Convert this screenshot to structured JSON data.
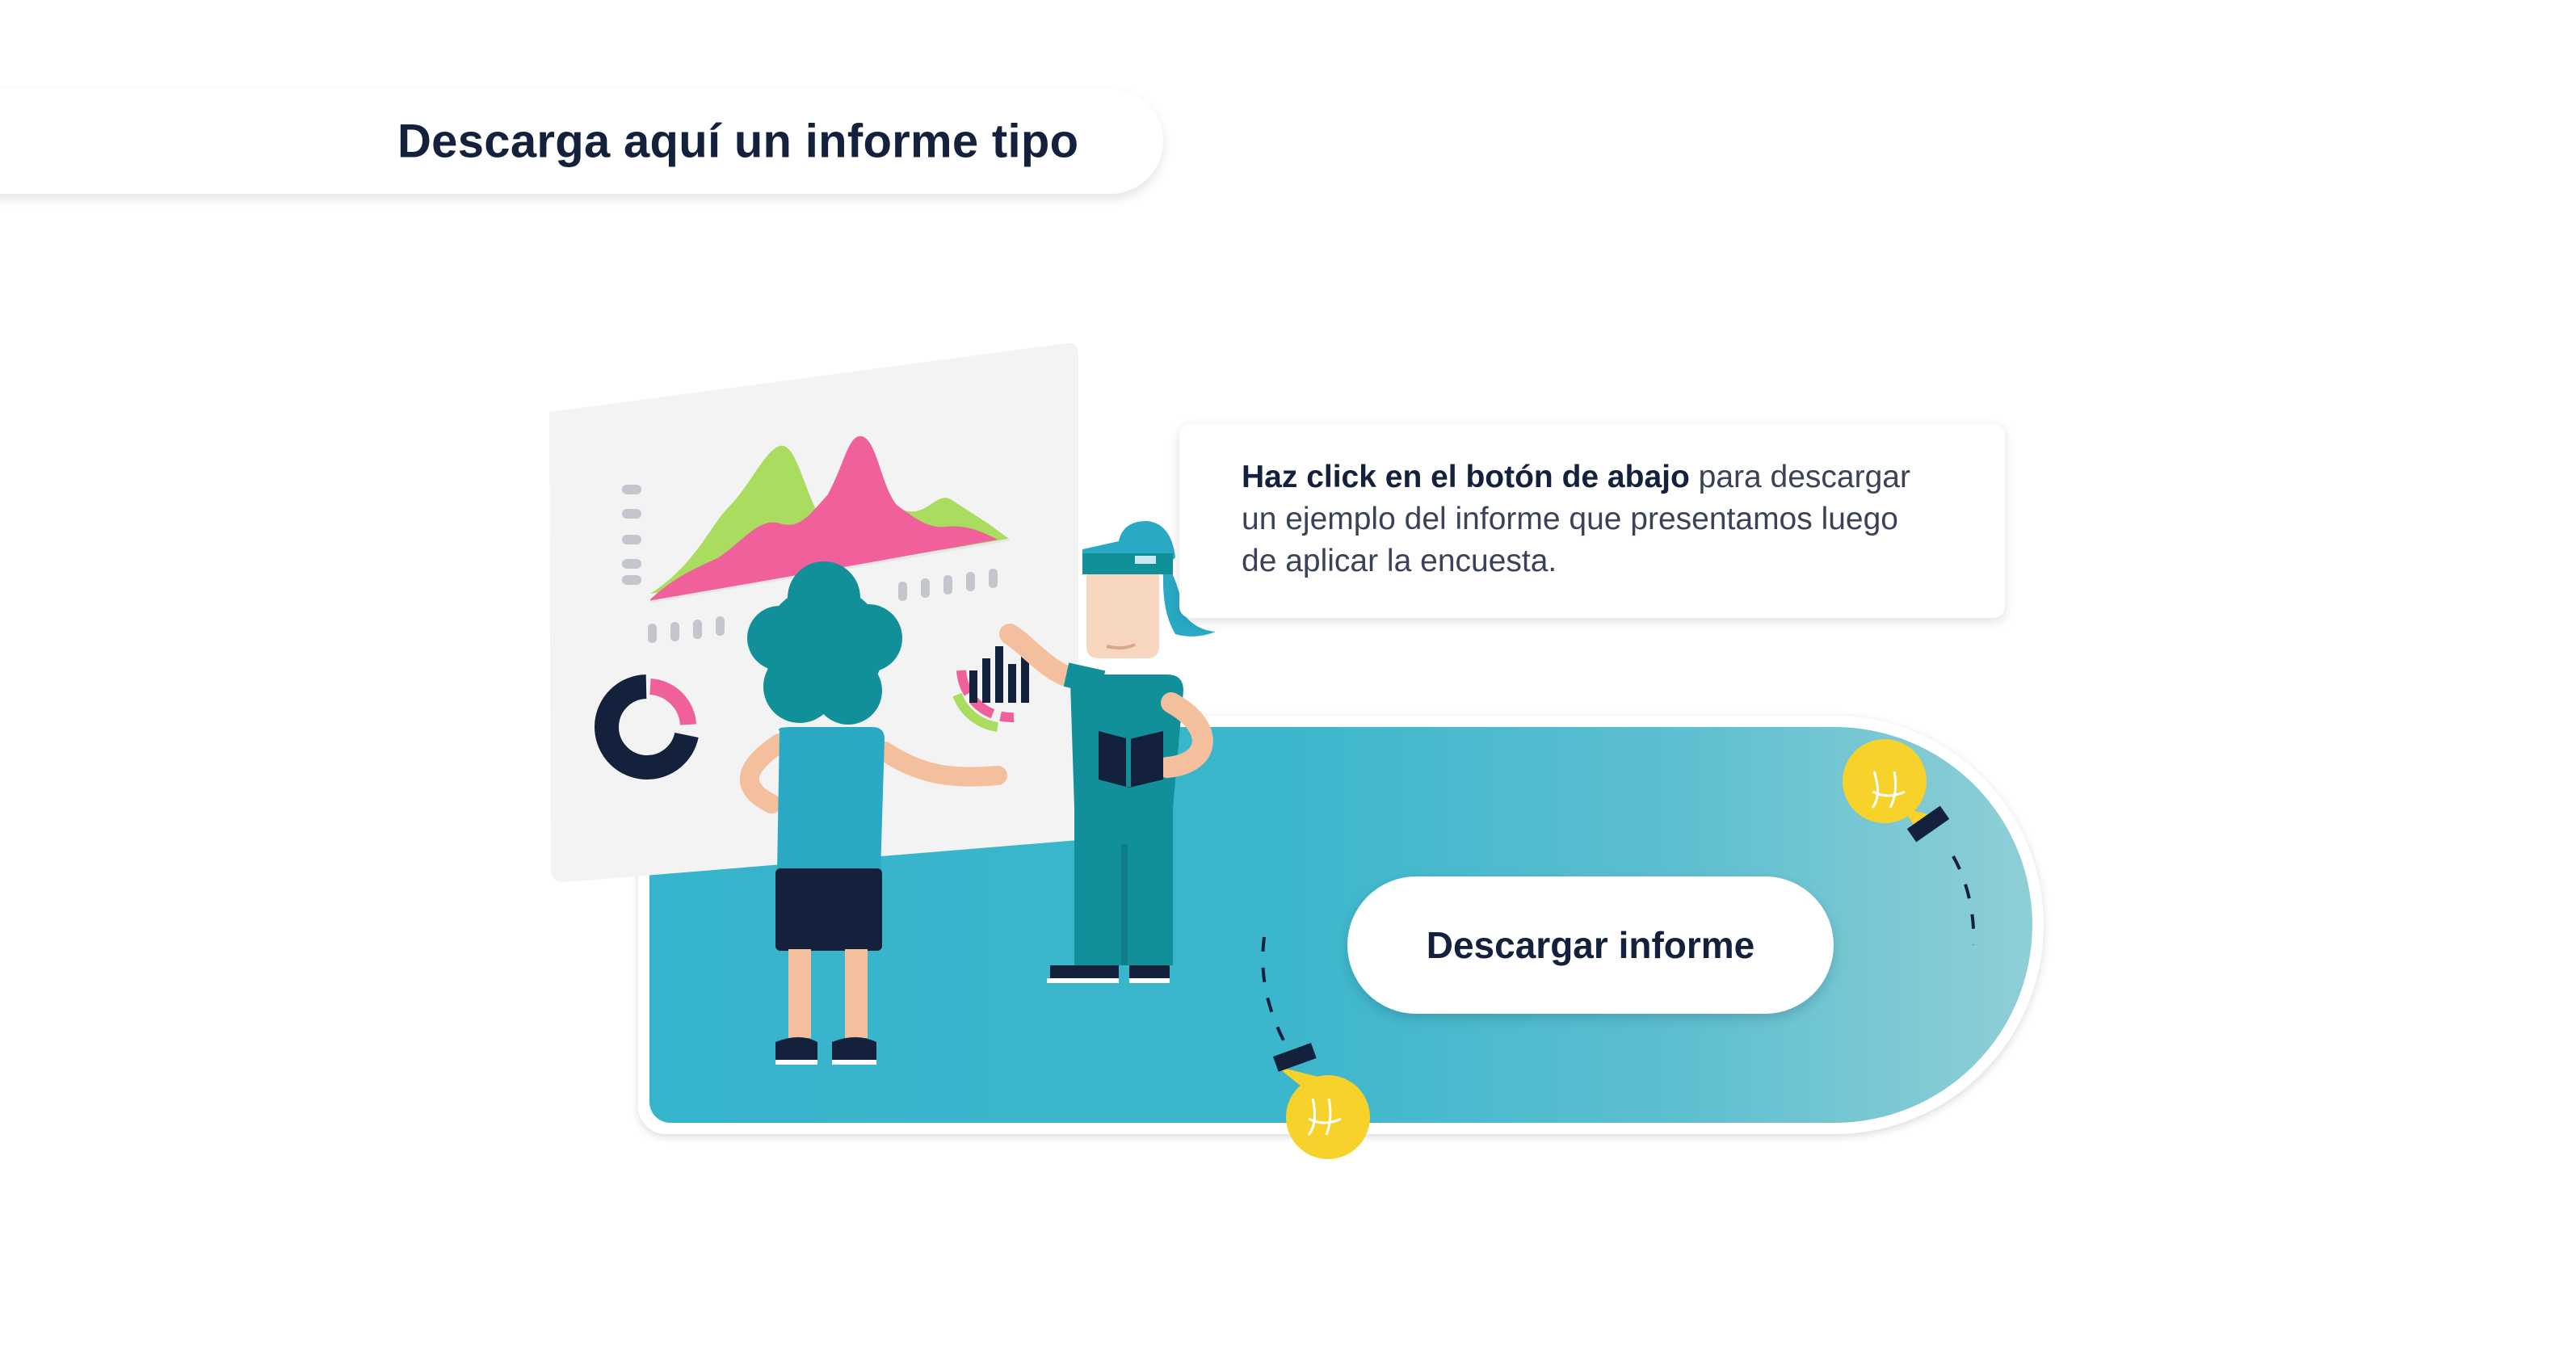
{
  "header": {
    "title": "Descarga aquí un informe tipo"
  },
  "info": {
    "bold_text": "Haz click en el botón de abajo",
    "text_line1_rest": " para descargar",
    "text_line2": "un ejemplo del informe que presentamos luego",
    "text_line3": "de aplicar la encuesta."
  },
  "actions": {
    "download_label": "Descargar informe"
  },
  "colors": {
    "navy": "#14213d",
    "teal": "#36b4cb",
    "pink": "#f0609a",
    "green": "#a9dc5f",
    "yellow": "#f7d22a",
    "panel": "#f3f3f3"
  },
  "icons": [
    "area-chart-icon",
    "donut-chart-icon",
    "bar-chart-icon",
    "lightbulb-icon"
  ]
}
